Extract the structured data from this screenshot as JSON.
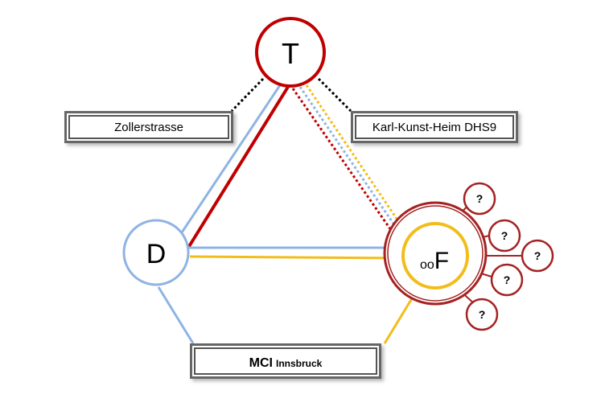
{
  "nodes": {
    "t": {
      "label": "T"
    },
    "d": {
      "label": "D"
    },
    "oof": {
      "prefix": "oo",
      "label": "F"
    }
  },
  "boxes": {
    "zollerstrasse": {
      "text": "Zollerstrasse"
    },
    "karl": {
      "text": "Karl-Kunst-Heim DHS9"
    },
    "mci": {
      "bold": "MCI",
      "small": "Innsbruck"
    }
  },
  "unknowns": [
    "?",
    "?",
    "?",
    "?",
    "?"
  ],
  "colors": {
    "red": "#c00000",
    "dark_red": "#a52222",
    "blue": "#8fb4e3",
    "yellow": "#f2bd1c",
    "black": "#000000"
  }
}
